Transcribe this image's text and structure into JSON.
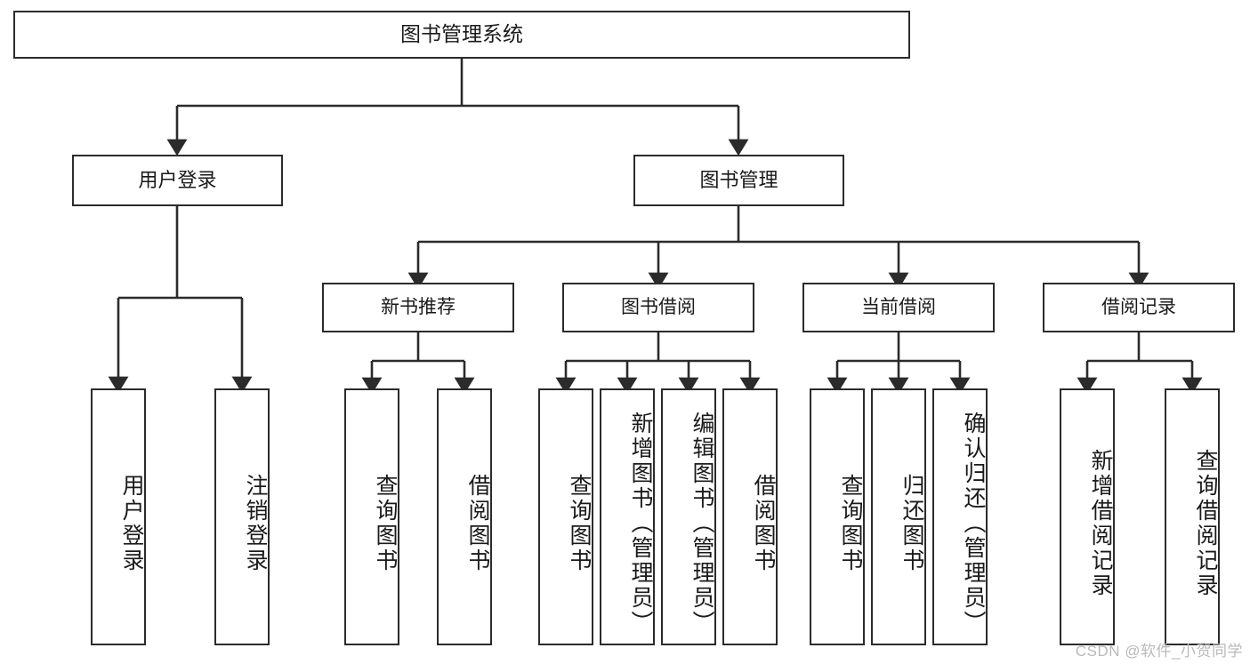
{
  "diagram": {
    "title": "图书管理系统",
    "type": "hierarchy-tree",
    "watermark": "CSDN @软件_小贺同学",
    "colors": {
      "stroke": "#2b2b2b",
      "fill": "#ffffff",
      "text": "#1a1a1a",
      "watermark": "#b9b9b9"
    },
    "levels": {
      "root": {
        "label": "图书管理系统"
      },
      "level2": [
        {
          "label": "用户登录"
        },
        {
          "label": "图书管理"
        }
      ],
      "level3": [
        {
          "label": "新书推荐"
        },
        {
          "label": "图书借阅"
        },
        {
          "label": "当前借阅"
        },
        {
          "label": "借阅记录"
        }
      ],
      "leaves": [
        {
          "label": "用户登录",
          "parent": "用户登录"
        },
        {
          "label": "注销登录",
          "parent": "用户登录"
        },
        {
          "label": "查询图书",
          "parent": "新书推荐"
        },
        {
          "label": "借阅图书",
          "parent": "新书推荐"
        },
        {
          "label": "查询图书",
          "parent": "图书借阅"
        },
        {
          "label": "新增图书（管理员）",
          "parent": "图书借阅"
        },
        {
          "label": "编辑图书（管理员）",
          "parent": "图书借阅"
        },
        {
          "label": "借阅图书",
          "parent": "图书借阅"
        },
        {
          "label": "查询图书",
          "parent": "当前借阅"
        },
        {
          "label": "归还图书",
          "parent": "当前借阅"
        },
        {
          "label": "确认归还（管理员）",
          "parent": "当前借阅"
        },
        {
          "label": "新增借阅记录",
          "parent": "借阅记录"
        },
        {
          "label": "查询借阅记录",
          "parent": "借阅记录"
        }
      ]
    }
  }
}
